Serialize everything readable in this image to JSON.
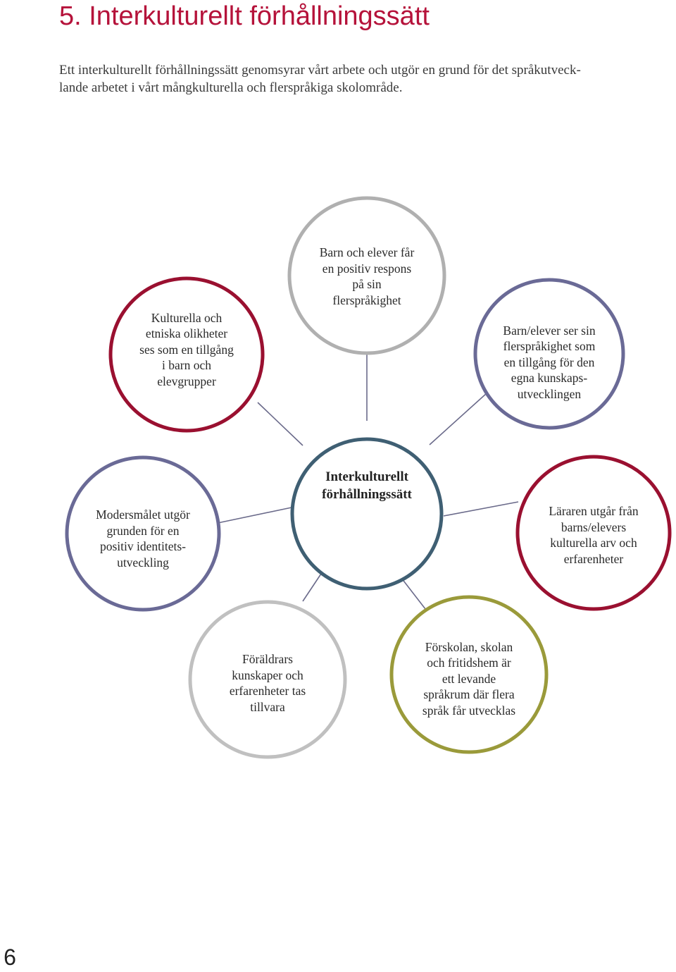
{
  "heading": "5. Interkulturellt förhållningssätt",
  "intro": [
    "Ett interkulturellt förhållningssätt genomsyrar vårt arbete och utgör en grund för det språkutveck-",
    "lande arbetet i vårt mångkulturella och flerspråkiga skolområde."
  ],
  "center": {
    "lines": [
      "Interkulturellt",
      "förhållningssätt"
    ],
    "color": "#3f5f73"
  },
  "nodes": [
    {
      "id": "top",
      "color": "#b0b0b0",
      "lines": [
        "Barn och elever får",
        "en positiv respons",
        "på sin",
        "flerspråkighet"
      ]
    },
    {
      "id": "upper-right",
      "color": "#6a6a96",
      "lines": [
        "Barn/elever ser sin",
        "flerspråkighet som",
        "en tillgång för den",
        "egna kunskaps-",
        "utvecklingen"
      ]
    },
    {
      "id": "right",
      "color": "#9a1030",
      "lines": [
        "Läraren utgår från",
        "barns/elevers",
        "kulturella arv och",
        "erfarenheter"
      ]
    },
    {
      "id": "lower-right",
      "color": "#9a9a3a",
      "lines": [
        "Förskolan, skolan",
        "och fritidshem är",
        "ett levande",
        "språkrum där flera",
        "språk får utvecklas"
      ]
    },
    {
      "id": "lower-left",
      "color": "#c0c0c0",
      "lines": [
        "Föräldrars",
        "kunskaper och",
        "erfarenheter tas",
        "tillvara"
      ]
    },
    {
      "id": "left",
      "color": "#6a6a96",
      "lines": [
        "Modersmålet utgör",
        "grunden för en",
        "positiv identitets-",
        "utveckling"
      ]
    },
    {
      "id": "upper-left",
      "color": "#9a1030",
      "lines": [
        "Kulturella och",
        "etniska olikheter",
        "ses som en tillgång",
        "i barn och",
        "elevgrupper"
      ]
    }
  ],
  "connector_color": "#6a6a8a",
  "page_number": "6"
}
